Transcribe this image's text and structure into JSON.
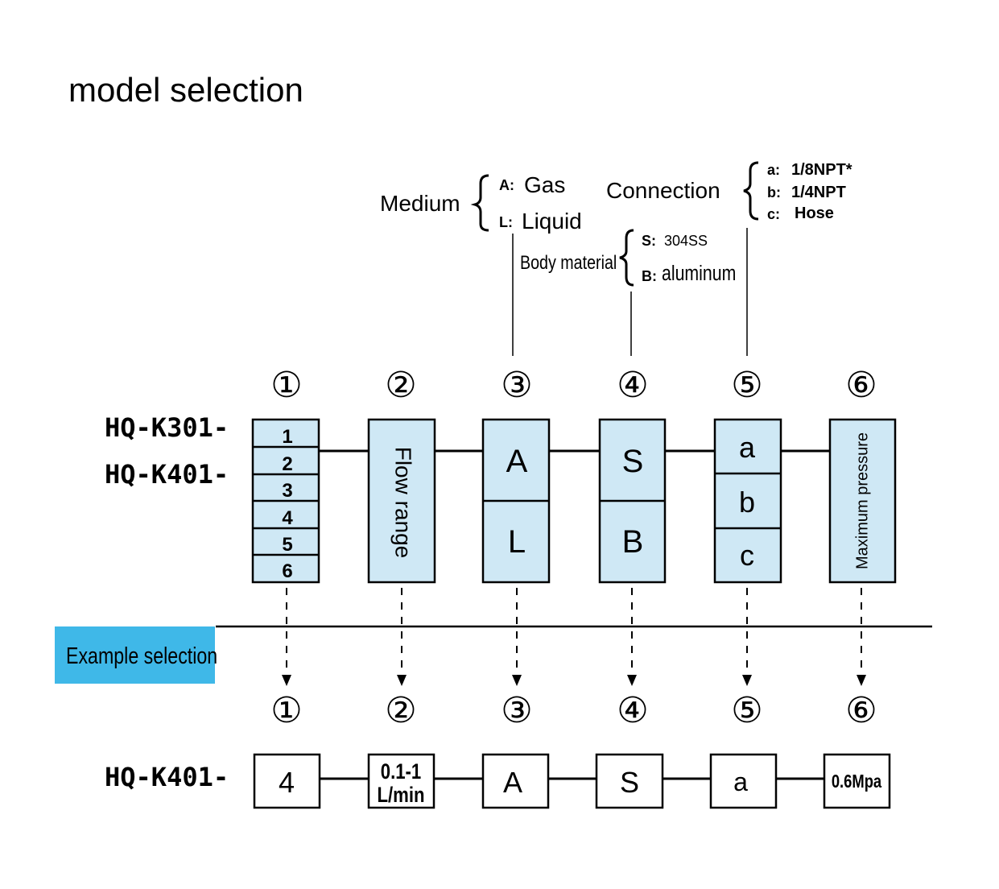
{
  "title": "model selection",
  "models": [
    "HQ-K301-",
    "HQ-K401-"
  ],
  "options": {
    "medium": {
      "label": "Medium",
      "items": [
        {
          "code": "A:",
          "text": "Gas"
        },
        {
          "code": "L:",
          "text": "Liquid"
        }
      ]
    },
    "body_material": {
      "label": "Body material",
      "items": [
        {
          "code": "S:",
          "text": "304SS"
        },
        {
          "code": "B:",
          "text": "aluminum"
        }
      ]
    },
    "connection": {
      "label": "Connection",
      "items": [
        {
          "code": "a:",
          "text": "1/8NPT*"
        },
        {
          "code": "b:",
          "text": "1/4NPT"
        },
        {
          "code": "c:",
          "text": "Hose"
        }
      ]
    }
  },
  "positions": [
    "①",
    "②",
    "③",
    "④",
    "⑤",
    "⑥"
  ],
  "selection_boxes": {
    "col1": [
      "1",
      "2",
      "3",
      "4",
      "5",
      "6"
    ],
    "col2": "Flow range",
    "col3": [
      "A",
      "L"
    ],
    "col4": [
      "S",
      "B"
    ],
    "col5": [
      "a",
      "b",
      "c"
    ],
    "col6": "Maximum pressure"
  },
  "example": {
    "label": "Example selection",
    "model": "HQ-K401-",
    "values": [
      "4",
      "0.1-1",
      "L/min",
      "A",
      "S",
      "a",
      "0.6Mpa"
    ]
  },
  "colors": {
    "box_fill": "#cfe8f5",
    "example_banner": "#3fb8e8",
    "line": "#000000"
  }
}
